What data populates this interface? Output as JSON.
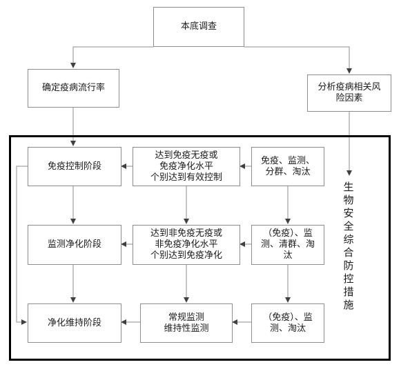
{
  "colors": {
    "line": "#8c8c8c",
    "arrow": "#404040",
    "frame": "#000000",
    "text": "#1a1a1a"
  },
  "diagram": {
    "baseline_survey": "本底调查",
    "prevalence": "确定疫病流行率",
    "risk_factors": "分析疫病相关风\n险因素",
    "biosecurity_label": "生物安全综合防控措施",
    "stages": {
      "immune_control": "免疫控制阶段",
      "monitor_purify": "监测净化阶段",
      "purify_maintain": "净化维持阶段"
    },
    "goals": {
      "goal1": "达到免疫无疫或\n免疫净化水平\n个别达到有效控制",
      "goal2": "达到非免疫无疫或\n非免疫净化水平\n个别达到免疫净化",
      "goal3": "常规监测\n维持性监测"
    },
    "measures": {
      "measure1": "免疫、监测、\n分群、淘汰",
      "measure2": "（免疫）、监\n测、清群、淘\n汰",
      "measure3": "（免疫）、监\n测、淘汰"
    }
  }
}
